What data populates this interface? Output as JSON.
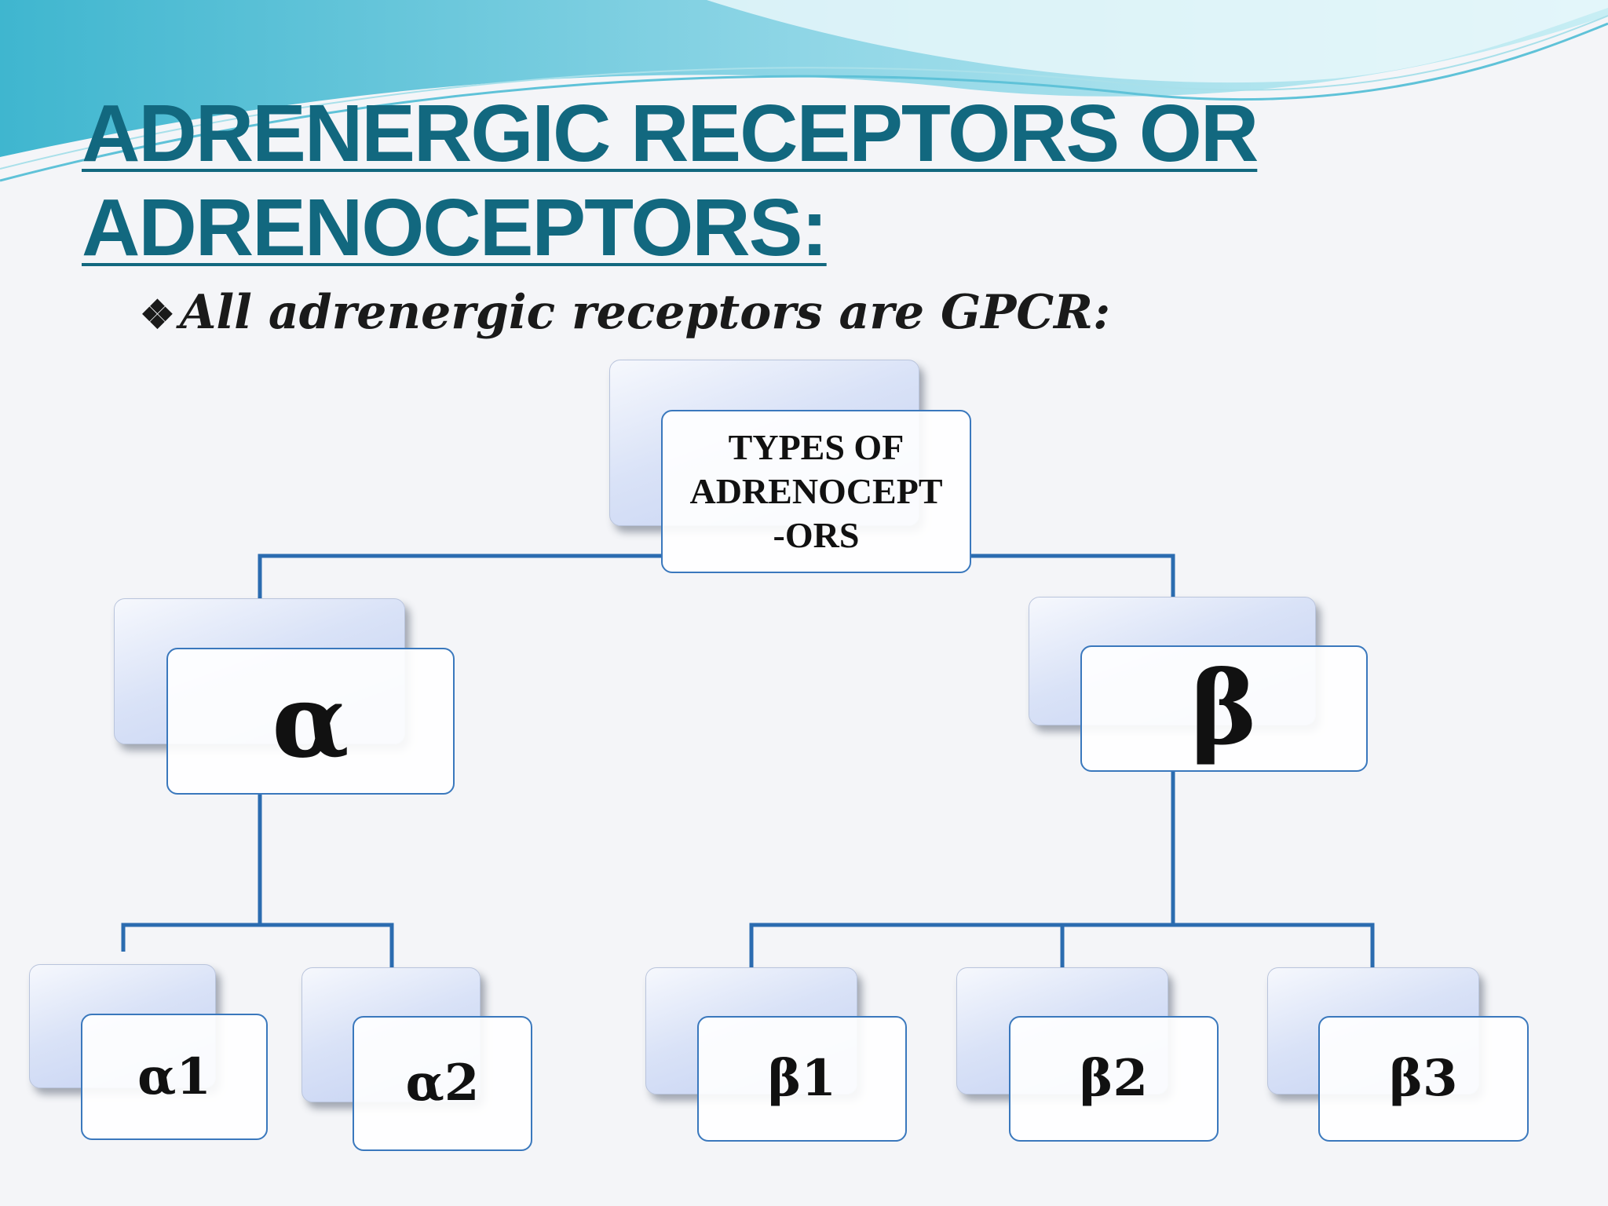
{
  "title": {
    "line1": "ADRENERGIC RECEPTORS OR",
    "line2": "ADRENOCEPTORS:"
  },
  "bullet": {
    "icon": "❖",
    "icon_name": "diamond-bullet-icon",
    "text": "All adrenergic receptors are GPCR:"
  },
  "colors": {
    "title": "#12687f",
    "connector": "#2b6cb0",
    "card_border": "#3a78bd",
    "wave_light": "#a9e0ea",
    "wave_dark": "#5fc2d8"
  },
  "diagram": {
    "root": {
      "label": "TYPES OF\nADRENOCEPT\n-ORS"
    },
    "alpha": {
      "label": "α",
      "children": [
        {
          "label": "α1"
        },
        {
          "label": "α2"
        }
      ]
    },
    "beta": {
      "label": "β",
      "children": [
        {
          "label": "β1"
        },
        {
          "label": "β2"
        },
        {
          "label": "β3"
        }
      ]
    }
  }
}
